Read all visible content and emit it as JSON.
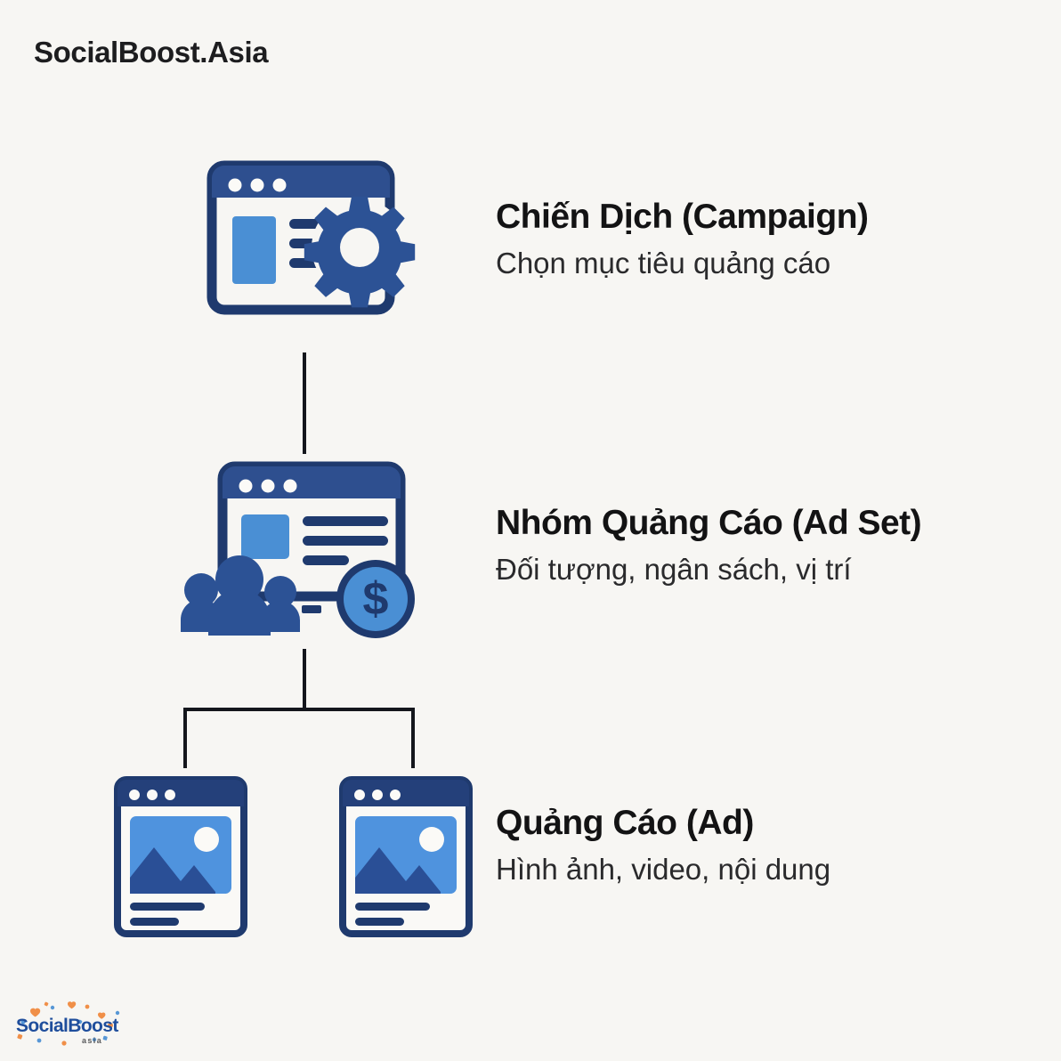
{
  "brand": {
    "title": "SocialBoost.Asia"
  },
  "diagram": {
    "type": "hierarchy",
    "orientation": "vertical",
    "levels": [
      {
        "id": "campaign",
        "heading": "Chiến Dịch (Campaign)",
        "subtitle": "Chọn mục tiêu quảng cáo",
        "icon": "browser-window-with-gear-icon",
        "icon_parts": [
          "browser-window",
          "gear"
        ],
        "count": 1
      },
      {
        "id": "adset",
        "heading": "Nhóm Quảng Cáo (Ad Set)",
        "subtitle": "Đối tượng, ngân sách, vị trí",
        "icon": "browser-window-with-audience-and-budget-icon",
        "icon_parts": [
          "browser-window",
          "people-group",
          "dollar-coin"
        ],
        "count": 1
      },
      {
        "id": "ad",
        "heading": "Quảng Cáo (Ad)",
        "subtitle": "Hình ảnh, video, nội dung",
        "icon": "ad-creative-cards-icon",
        "icon_parts": [
          "ad-card",
          "ad-card"
        ],
        "count": 2
      }
    ],
    "connectors": [
      {
        "from": "campaign",
        "to": "adset",
        "style": "straight-line"
      },
      {
        "from": "adset",
        "to": "ad",
        "style": "branching-line",
        "branches": 2
      }
    ]
  },
  "footer": {
    "logo_primary": "SocialBoost",
    "logo_secondary": "asia"
  },
  "colors": {
    "background": "#f7f6f3",
    "navy_dark": "#1f3a6e",
    "navy": "#2c5295",
    "navy_mid": "#2e4f8f",
    "blue_light": "#4a8fd4",
    "blue_light_alt": "#5596dc",
    "text_dark": "#131314",
    "line": "#14161c",
    "logo_blue": "#1f4e9c",
    "logo_orange": "#f0873a",
    "card_face": "#faf9f6"
  }
}
